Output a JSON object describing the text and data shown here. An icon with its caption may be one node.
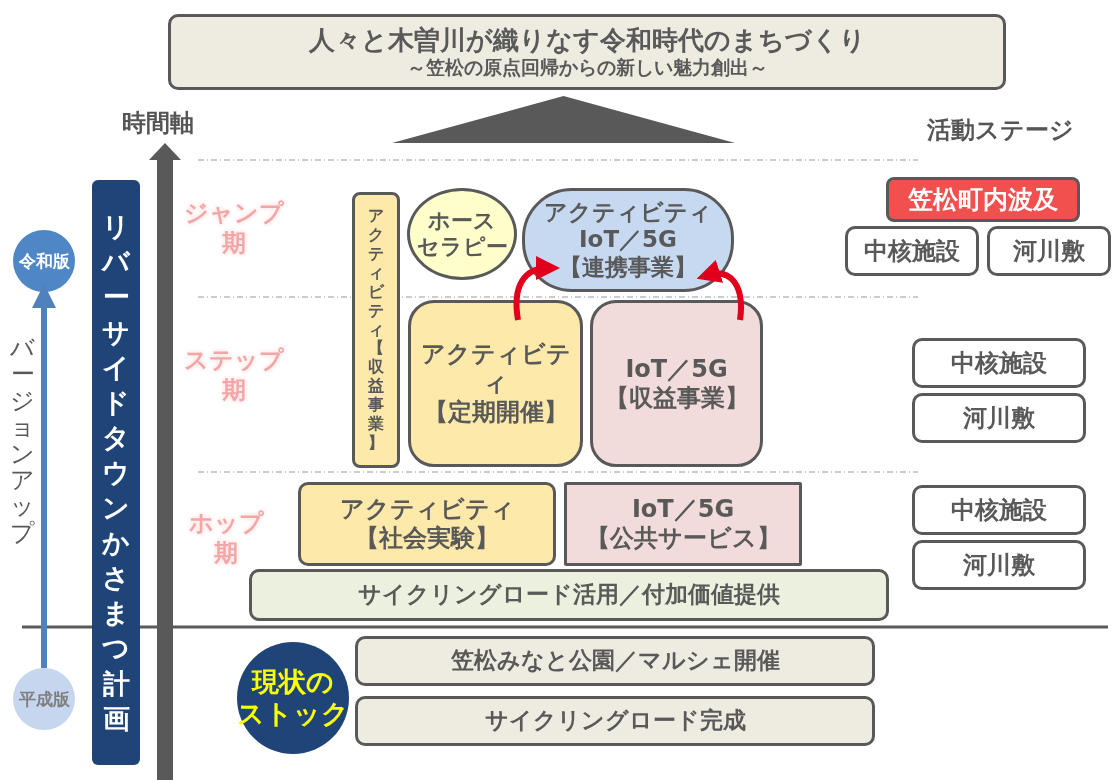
{
  "diagram": {
    "nodes": [
      {
        "text": [
          "人々と木曽川が織りなす令和時代のまちづくり",
          "～笠松の原点回帰からの新しい魅力創出～"
        ]
      },
      {
        "text": [
          "令和版"
        ]
      },
      {
        "text": [
          "平成版"
        ]
      },
      {
        "text": [
          "リバーサイドタウンかさまつ計画"
        ]
      },
      {
        "text": [
          "アクティビティ【収益事業】"
        ]
      },
      {
        "text": [
          "ホースセラピー"
        ]
      },
      {
        "text": [
          "アクティビティIoT／5G【連携事業】"
        ]
      },
      {
        "text": [
          "笠松町内波及"
        ]
      },
      {
        "text": [
          "中核施設"
        ]
      },
      {
        "text": [
          "河川敷"
        ]
      },
      {
        "text": [
          "アクティビティ【定期開催】"
        ]
      },
      {
        "text": [
          "IoT／5G【収益事業】"
        ]
      },
      {
        "text": [
          "中核施設"
        ]
      },
      {
        "text": [
          "河川敷"
        ]
      },
      {
        "text": [
          "アクティビティ【社会実験】"
        ]
      },
      {
        "text": [
          "IoT／5G【公共サービス】"
        ]
      },
      {
        "text": [
          "中核施設"
        ]
      },
      {
        "text": [
          "河川敷"
        ]
      },
      {
        "text": [
          "サイクリングロード活用／付加価値提供"
        ]
      },
      {
        "text": [
          "現状のストック"
        ]
      },
      {
        "text": [
          "笠松みなと公園／マルシェ開催"
        ]
      },
      {
        "text": [
          "サイクリングロード完成"
        ]
      },
      {
        "text": [],
        "shape": "triangle"
      }
    ],
    "edges": [
      {
        "from": 2,
        "to": 1,
        "arrow": "to",
        "label": "バージョンアップ",
        "color": "#4f81bd"
      },
      {
        "from": 10,
        "to": 6,
        "arrow": "to",
        "color": "#e0001b"
      },
      {
        "from": 11,
        "to": 6,
        "arrow": "to",
        "color": "#e0001b"
      }
    ],
    "labels": [
      "時間軸",
      "活動ステージ",
      "ジャンプ期",
      "ステップ期",
      "ホップ期"
    ]
  }
}
